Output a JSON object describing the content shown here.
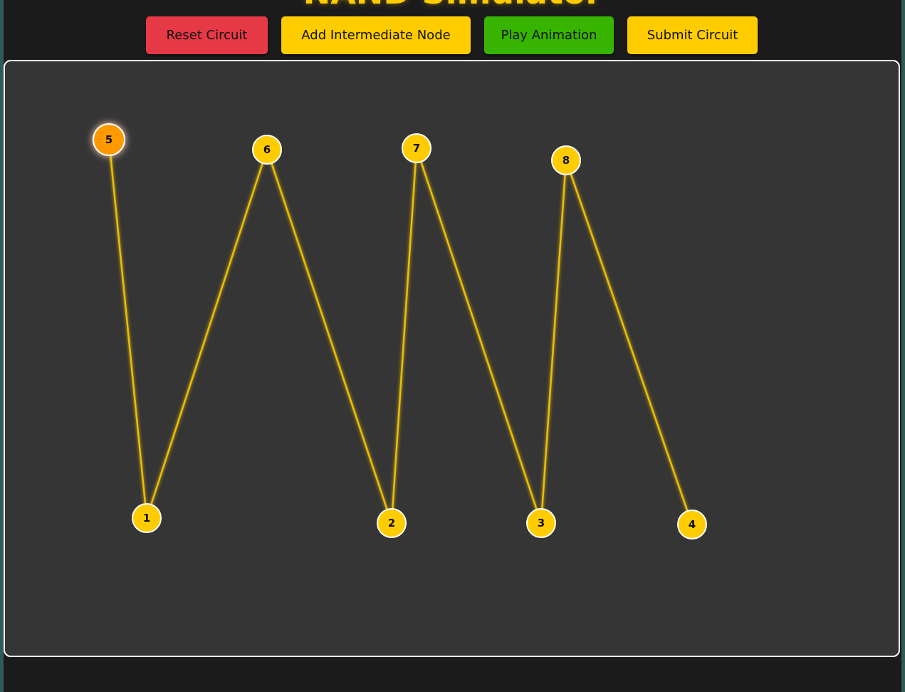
{
  "app": {
    "title": "NAND Simulator"
  },
  "toolbar": {
    "reset_label": "Reset Circuit",
    "add_node_label": "Add Intermediate Node",
    "play_label": "Play Animation",
    "submit_label": "Submit Circuit"
  },
  "colors": {
    "node_fill": "#ffcc00",
    "selected_node_fill": "#ff9900",
    "wire": "#ffcc00",
    "reset_button": "#e63946",
    "play_button": "#37b400",
    "canvas_bg": "#353535"
  },
  "circuit": {
    "nodes": [
      {
        "id": "5",
        "label": "5",
        "selected": true
      },
      {
        "id": "6",
        "label": "6",
        "selected": false
      },
      {
        "id": "7",
        "label": "7",
        "selected": false
      },
      {
        "id": "8",
        "label": "8",
        "selected": false
      },
      {
        "id": "1",
        "label": "1",
        "selected": false
      },
      {
        "id": "2",
        "label": "2",
        "selected": false
      },
      {
        "id": "3",
        "label": "3",
        "selected": false
      },
      {
        "id": "4",
        "label": "4",
        "selected": false
      }
    ],
    "edges": [
      [
        "5",
        "1"
      ],
      [
        "1",
        "6"
      ],
      [
        "6",
        "2"
      ],
      [
        "2",
        "7"
      ],
      [
        "7",
        "3"
      ],
      [
        "3",
        "8"
      ],
      [
        "8",
        "4"
      ]
    ]
  }
}
